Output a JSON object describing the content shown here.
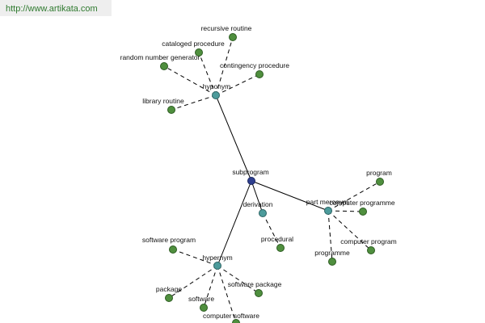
{
  "url": "http://www.artikata.com",
  "center": {
    "id": "subprogram",
    "label": "subprogram"
  },
  "hubs": [
    {
      "id": "hyponym",
      "label": "hyponym"
    },
    {
      "id": "derivation",
      "label": "derivation"
    },
    {
      "id": "part_meronym",
      "label": "part meronym"
    },
    {
      "id": "hypernym",
      "label": "hypernym"
    }
  ],
  "leaves": [
    {
      "id": "recursive_routine",
      "hub": "hyponym",
      "label": "recursive routine"
    },
    {
      "id": "cataloged_procedure",
      "hub": "hyponym",
      "label": "cataloged procedure"
    },
    {
      "id": "random_number_generator",
      "hub": "hyponym",
      "label": "random number generator"
    },
    {
      "id": "contingency_procedure",
      "hub": "hyponym",
      "label": "contingency procedure"
    },
    {
      "id": "library_routine",
      "hub": "hyponym",
      "label": "library routine"
    },
    {
      "id": "procedural",
      "hub": "derivation",
      "label": "procedural"
    },
    {
      "id": "program",
      "hub": "part_meronym",
      "label": "program"
    },
    {
      "id": "computer_programme",
      "hub": "part_meronym",
      "label": "computer programme"
    },
    {
      "id": "computer_program",
      "hub": "part_meronym",
      "label": "computer program"
    },
    {
      "id": "programme",
      "hub": "part_meronym",
      "label": "programme"
    },
    {
      "id": "software_program",
      "hub": "hypernym",
      "label": "software program"
    },
    {
      "id": "software_package",
      "hub": "hypernym",
      "label": "software package"
    },
    {
      "id": "package",
      "hub": "hypernym",
      "label": "package"
    },
    {
      "id": "software",
      "hub": "hypernym",
      "label": "software"
    },
    {
      "id": "computer_software",
      "hub": "hypernym",
      "label": "computer software"
    }
  ],
  "colors": {
    "center": "#2e3f8f",
    "hub": "#4c9b9b",
    "leaf": "#4f8f3e",
    "url_text": "#2f7a2f"
  }
}
